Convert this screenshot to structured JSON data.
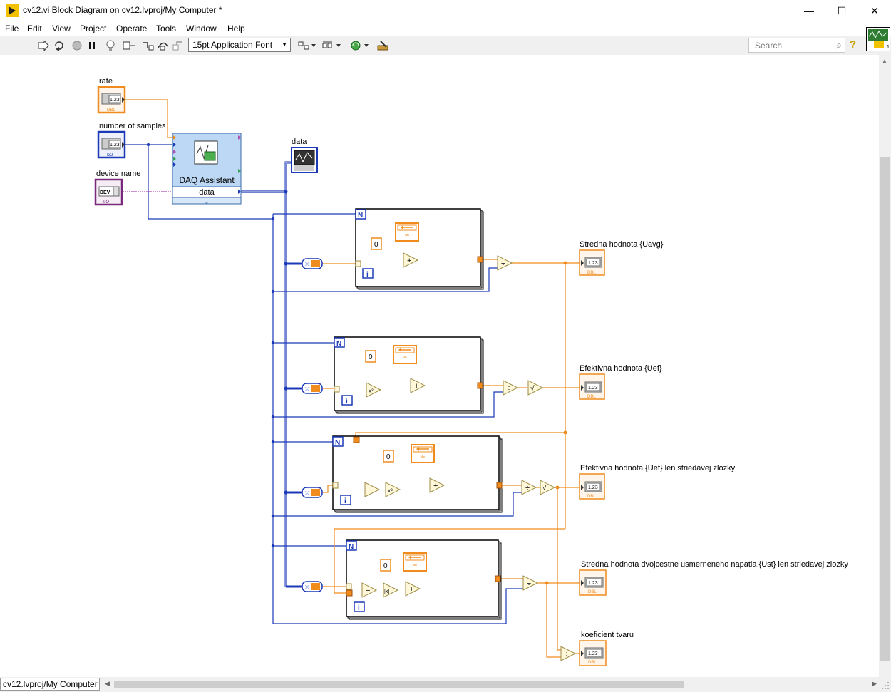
{
  "window": {
    "title": "cv12.vi Block Diagram on cv12.lvproj/My Computer *",
    "minimize": "—",
    "maximize": "☐",
    "close": "✕"
  },
  "menu": [
    "File",
    "Edit",
    "View",
    "Project",
    "Operate",
    "Tools",
    "Window",
    "Help"
  ],
  "toolbar": {
    "font_select": "15pt Application Font",
    "search_placeholder": "Search",
    "help_label": "?"
  },
  "diagram": {
    "controls": {
      "rate": "rate",
      "number_of_samples": "number of samples",
      "device_name": "device name",
      "data": "data"
    },
    "terminal_text": {
      "num": "1.23",
      "dbl": "DBL",
      "i32": "I32",
      "dev": "DEV",
      "io": "I/O"
    },
    "daq": {
      "title": "DAQ Assistant",
      "output": "data"
    },
    "loop_labels": {
      "count": "N",
      "iteration": "i"
    },
    "constants": {
      "zero": "0"
    },
    "operators": {
      "add": "+",
      "subtract": "−",
      "divide": "÷",
      "square": "x²",
      "sqrt": "√",
      "abs": "|x|"
    },
    "indicators": {
      "uavg": "Stredna hodnota {Uavg}",
      "uef": "Efektivna hodnota {Uef}",
      "uef_ac": "Efektivna hodnota {Uef} len striedavej zlozky",
      "ust": "Stredna hodnota dvojcestne usmerneneho napatia {Ust} len striedavej zlozky",
      "form": "koeficient tvaru"
    }
  },
  "status": {
    "context": "cv12.lvproj/My Computer"
  },
  "colors": {
    "dbl_wire": "#f08c1e",
    "int_wire": "#1c3ab8",
    "dynamic_wire": "#1c3ab8",
    "string_wire": "#b04fb0",
    "loop_border": "#000000",
    "daq_fill": "#bcd8f4"
  }
}
